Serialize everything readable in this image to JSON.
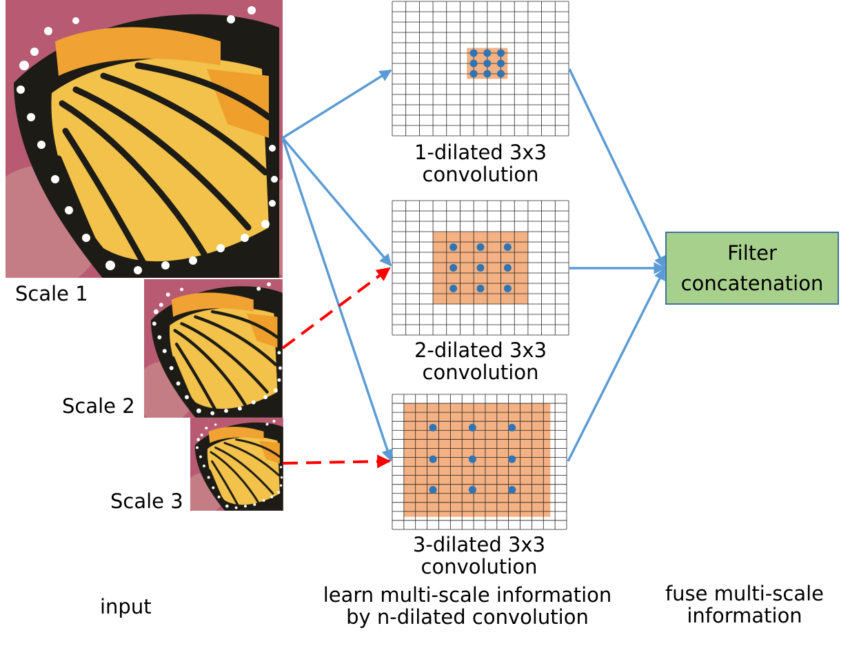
{
  "input": {
    "scales": [
      {
        "label": "Scale 1"
      },
      {
        "label": "Scale 2"
      },
      {
        "label": "Scale 3"
      }
    ],
    "caption": "input"
  },
  "convolutions": [
    {
      "dilation": 1,
      "label_line1": "1-dilated 3x3",
      "label_line2": "convolution"
    },
    {
      "dilation": 2,
      "label_line1": "2-dilated 3x3",
      "label_line2": "convolution"
    },
    {
      "dilation": 3,
      "label_line1": "3-dilated 3x3",
      "label_line2": "convolution"
    }
  ],
  "middle_caption": {
    "line1": "learn multi-scale information",
    "line2": "by n-dilated convolution"
  },
  "filter": {
    "line1": "Filter",
    "line2": "concatenation"
  },
  "right_caption": {
    "line1": "fuse multi-scale",
    "line2": "information"
  },
  "colors": {
    "arrow_blue": "#5b9bd5",
    "arrow_red": "#ff0000",
    "kernel_fill": "#f4b183",
    "kernel_dot": "#2e75b6",
    "filter_fill": "#a8d08d",
    "filter_border": "#41719c"
  }
}
